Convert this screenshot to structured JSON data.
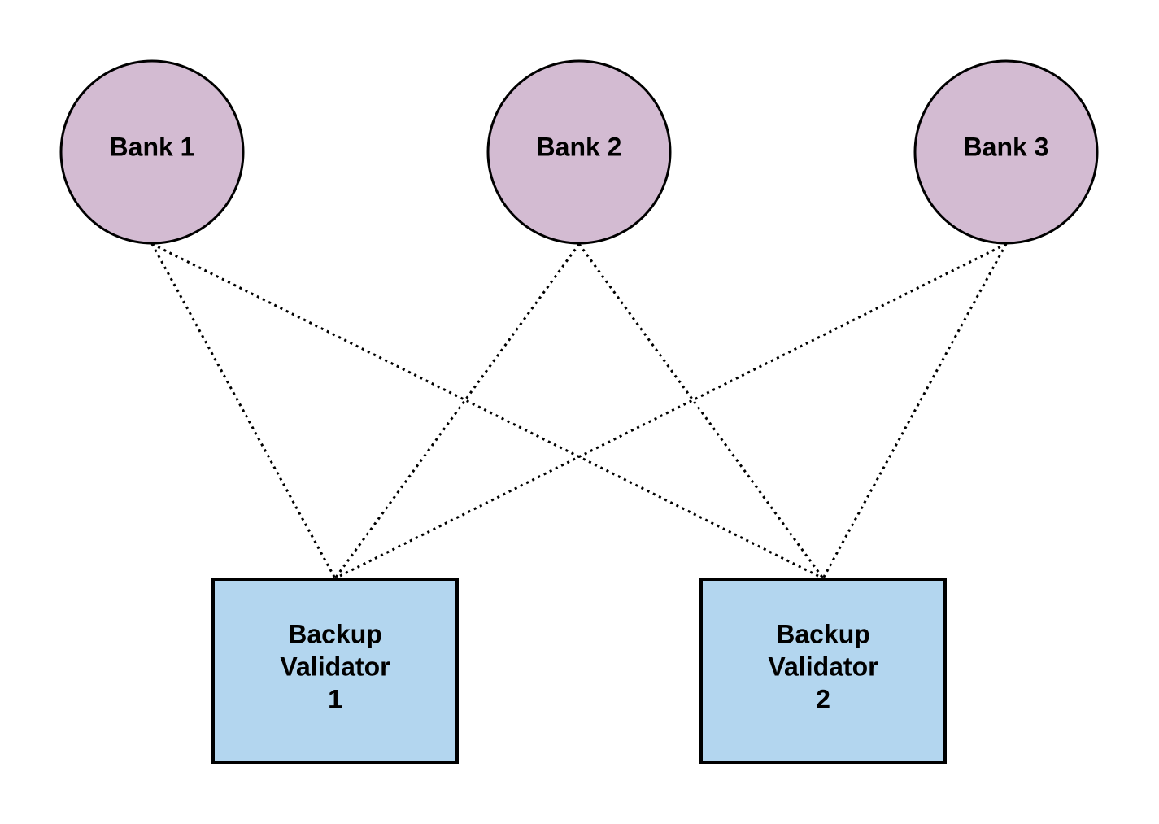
{
  "colors": {
    "bank_fill": "#d3bbd2",
    "validator_fill": "#b3d6ef",
    "stroke": "#000000",
    "background": "#ffffff"
  },
  "banks": [
    {
      "id": "bank1",
      "label": "Bank 1"
    },
    {
      "id": "bank2",
      "label": "Bank 2"
    },
    {
      "id": "bank3",
      "label": "Bank 3"
    }
  ],
  "validators": [
    {
      "id": "validator1",
      "label_lines": [
        "Backup",
        "Validator",
        "1"
      ]
    },
    {
      "id": "validator2",
      "label_lines": [
        "Backup",
        "Validator",
        "2"
      ]
    }
  ],
  "connections": [
    {
      "from": "bank1",
      "to": "validator1",
      "style": "dotted"
    },
    {
      "from": "bank1",
      "to": "validator2",
      "style": "dotted"
    },
    {
      "from": "bank2",
      "to": "validator1",
      "style": "dotted"
    },
    {
      "from": "bank2",
      "to": "validator2",
      "style": "dotted"
    },
    {
      "from": "bank3",
      "to": "validator1",
      "style": "dotted"
    },
    {
      "from": "bank3",
      "to": "validator2",
      "style": "dotted"
    }
  ]
}
